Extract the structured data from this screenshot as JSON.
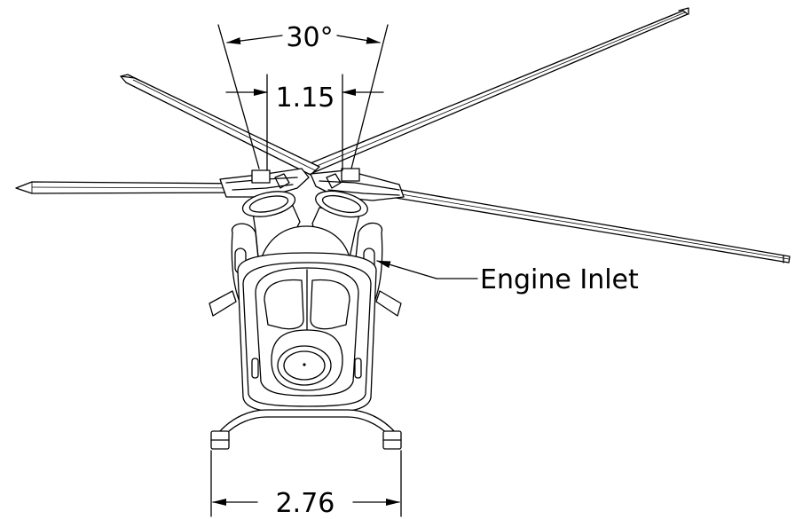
{
  "dimensions": {
    "angle": "30°",
    "mast_spacing": "1.15",
    "skid_width": "2.76"
  },
  "notes": {
    "engine_inlet": "Engine Inlet"
  }
}
